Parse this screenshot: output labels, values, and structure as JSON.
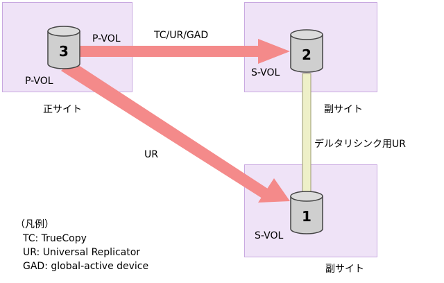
{
  "sites": {
    "primary_label": "正サイト",
    "secondary_top_label": "副サイト",
    "secondary_bottom_label": "副サイト"
  },
  "volumes": {
    "vol3": {
      "number": "3",
      "tag_upper": "P-VOL",
      "tag_lower": "P-VOL"
    },
    "vol2": {
      "number": "2",
      "tag": "S-VOL"
    },
    "vol1": {
      "number": "1",
      "tag": "S-VOL"
    }
  },
  "links": {
    "tc_ur_gad": "TC/UR/GAD",
    "ur": "UR",
    "delta_resync": "デルタリシンク用UR"
  },
  "legend": {
    "title": "（凡例）",
    "items": [
      "TC: TrueCopy",
      "UR: Universal Replicator",
      "GAD: global-active device"
    ]
  },
  "colors": {
    "site_fill": "#efe3f7",
    "site_border": "#c8a8e0",
    "arrow": "#f48a8a",
    "delta_link": "#eef0c8",
    "cylinder": "#cfcfcf"
  }
}
